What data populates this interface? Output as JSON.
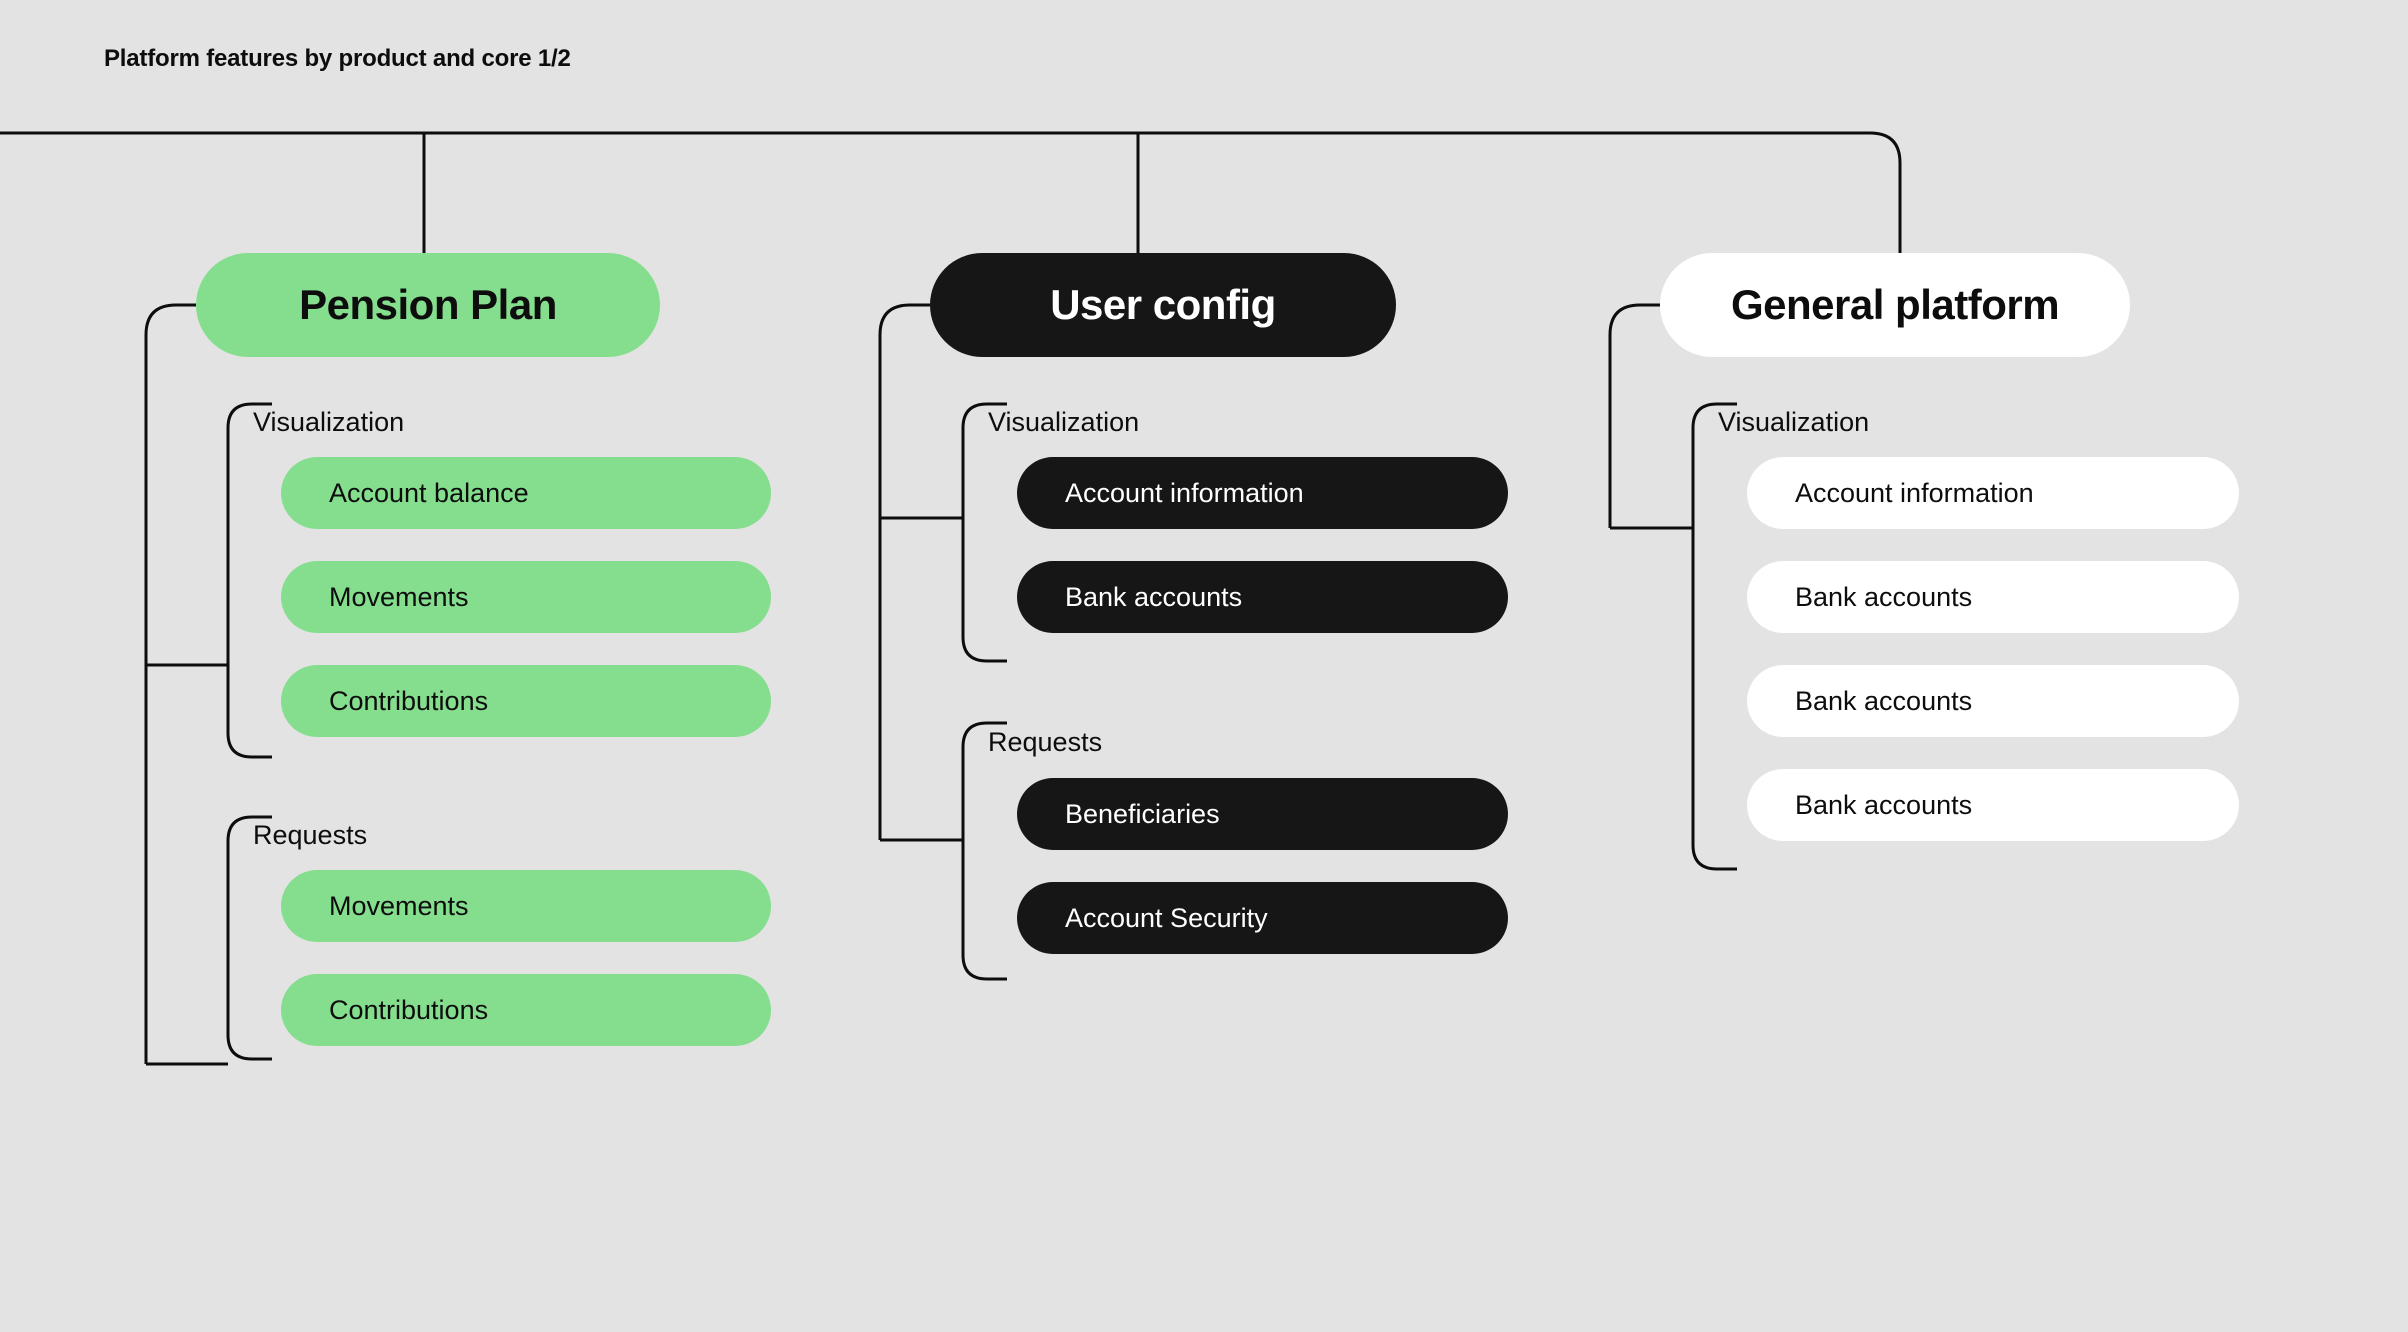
{
  "page": {
    "title": "Platform features by product and core 1/2",
    "background_color": "#e3e3e3",
    "line_color": "#0d0d0d"
  },
  "colors": {
    "green": "#85de8d",
    "dark": "#161616",
    "light": "#ffffff",
    "text_dark": "#0d0d0d",
    "text_light": "#ffffff"
  },
  "columns": [
    {
      "id": "pension-plan",
      "header": "Pension Plan",
      "theme": "green",
      "groups": [
        {
          "label": "Visualization",
          "items": [
            "Account balance",
            "Movements",
            "Contributions"
          ]
        },
        {
          "label": "Requests",
          "items": [
            "Movements",
            "Contributions"
          ]
        }
      ]
    },
    {
      "id": "user-config",
      "header": "User config",
      "theme": "dark",
      "groups": [
        {
          "label": "Visualization",
          "items": [
            "Account information",
            "Bank accounts"
          ]
        },
        {
          "label": "Requests",
          "items": [
            "Beneficiaries",
            "Account Security"
          ]
        }
      ]
    },
    {
      "id": "general-platform",
      "header": "General platform",
      "theme": "light",
      "groups": [
        {
          "label": "Visualization",
          "items": [
            "Account information",
            "Bank accounts",
            "Bank accounts",
            "Bank accounts"
          ]
        }
      ]
    }
  ]
}
